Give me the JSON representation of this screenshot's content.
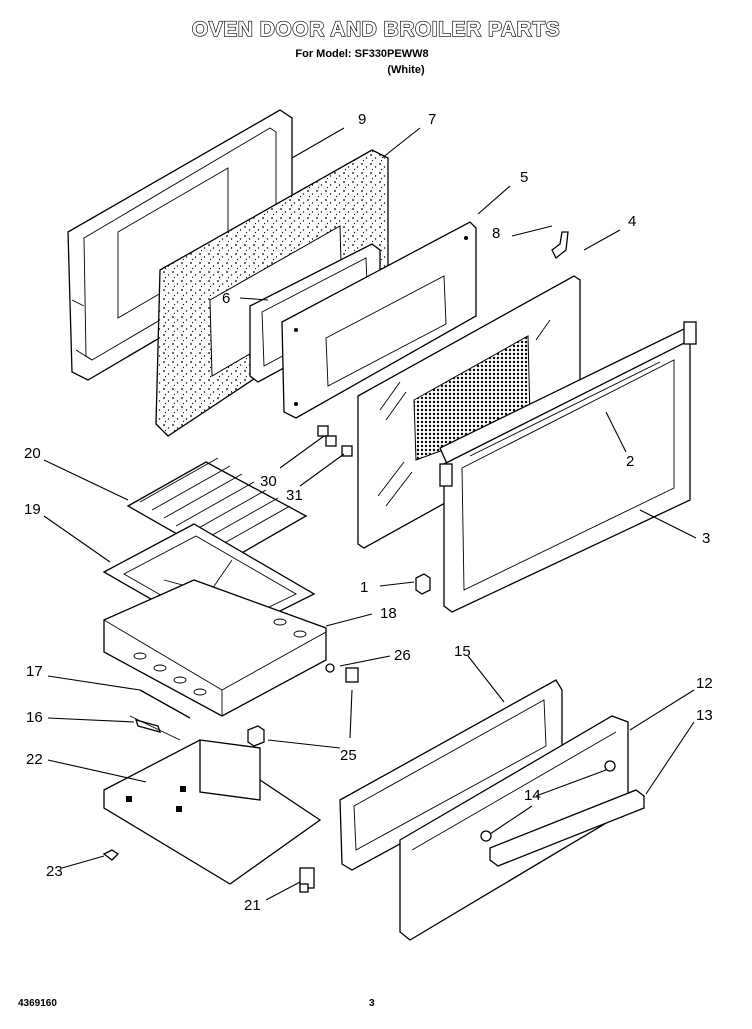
{
  "header": {
    "title": "OVEN DOOR AND BROILER PARTS",
    "model_line": "For Model: SF330PEWW8",
    "color_line": "(White)"
  },
  "callouts": {
    "c1": "1",
    "c2": "2",
    "c3": "3",
    "c4": "4",
    "c5": "5",
    "c6": "6",
    "c7": "7",
    "c8": "8",
    "c9": "9",
    "c12": "12",
    "c13": "13",
    "c14": "14",
    "c15": "15",
    "c16": "16",
    "c17": "17",
    "c18": "18",
    "c19": "19",
    "c20": "20",
    "c21": "21",
    "c22": "22",
    "c23": "23",
    "c25": "25",
    "c26": "26",
    "c30": "30",
    "c31": "31"
  },
  "footer": {
    "doc_number": "4369160",
    "page_number": "3"
  }
}
